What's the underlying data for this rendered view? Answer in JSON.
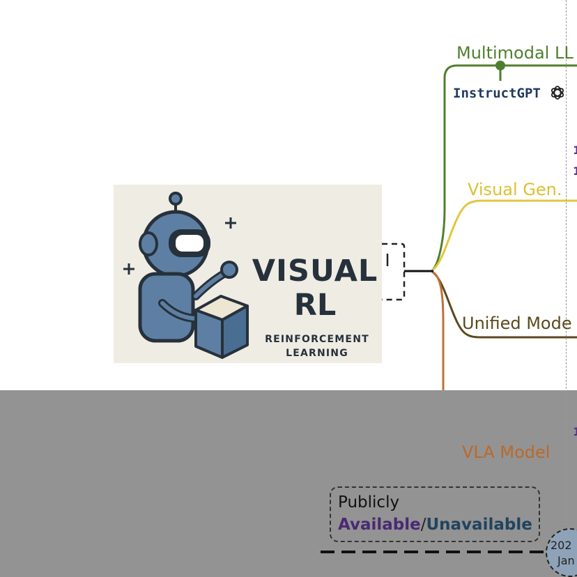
{
  "logo": {
    "title_line1": "VISUAL",
    "title_line2": "RL",
    "subtitle_line1": "REINFORCEMENT",
    "subtitle_line2": "LEARNING"
  },
  "branches": {
    "multimodal": "Multimodal LL",
    "visual_gen": "Visual Gen.",
    "unified": "Unified Mode",
    "vla": "VLA Model"
  },
  "models": {
    "instructgpt": "InstructGPT",
    "instructgpt_icon": "openai-icon"
  },
  "legend": {
    "line1": "Publicly",
    "available": "Available",
    "slash": "/",
    "unavailable": "Unavailable"
  },
  "timeline": {
    "year_partial": "202",
    "month_partial": "Jan"
  },
  "colors": {
    "multimodal": "#4f7f2e",
    "visual_gen": "#dcc033",
    "unified": "#5a4a1c",
    "vla": "#b86a2c",
    "available": "#4a2a73",
    "unavailable": "#21445e"
  },
  "icons": [
    "robot-icon",
    "cube-icon",
    "plus-icon",
    "openai-icon"
  ]
}
